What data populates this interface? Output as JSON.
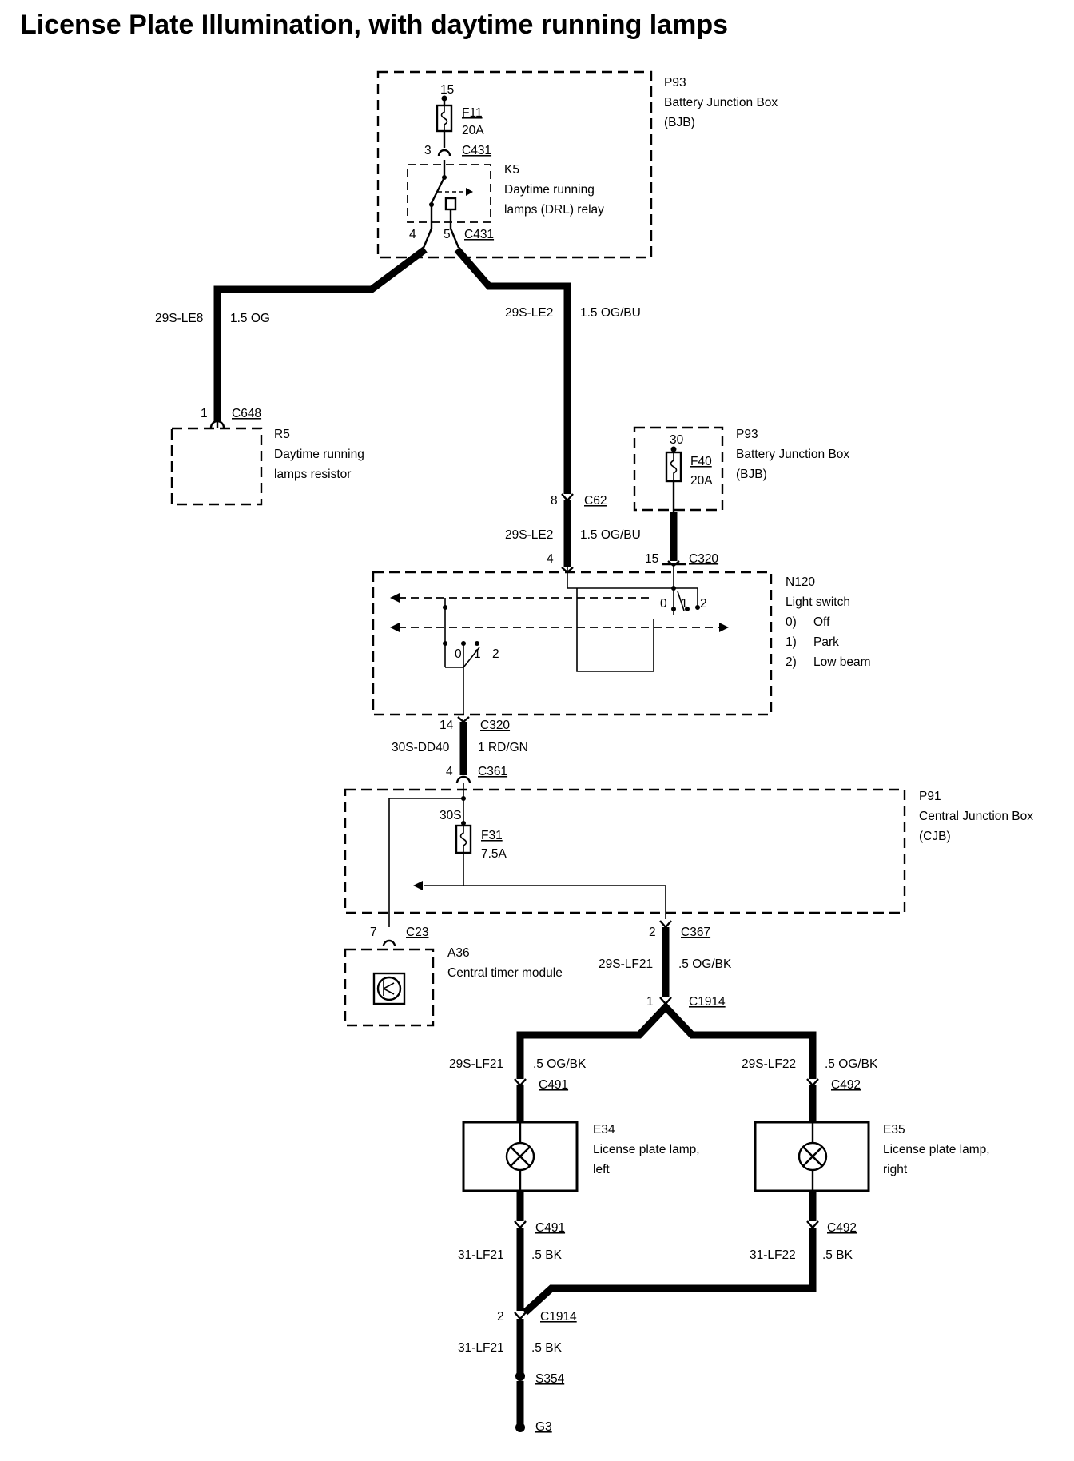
{
  "title": "License Plate Illumination, with daytime running lamps",
  "bjb_top": {
    "id": "P93",
    "name": "Battery Junction Box",
    "abbr": "(BJB)",
    "pin": "15",
    "fuse_id": "F11",
    "fuse_rating": "20A",
    "connector_pin": "3",
    "connector": "C431",
    "relay_id": "K5",
    "relay_line1": "Daytime running",
    "relay_line2": "lamps (DRL) relay",
    "out_pin_left": "4",
    "out_pin_right": "5",
    "out_connector": "C431"
  },
  "wire_le8": {
    "circuit": "29S-LE8",
    "spec": "1.5 OG"
  },
  "wire_le2_upper": {
    "circuit": "29S-LE2",
    "spec": "1.5 OG/BU"
  },
  "resistor": {
    "pin": "1",
    "connector": "C648",
    "id": "R5",
    "line1": "Daytime running",
    "line2": "lamps resistor"
  },
  "bjb_right": {
    "id": "P93",
    "name": "Battery Junction Box",
    "abbr": "(BJB)",
    "pin": "30",
    "fuse_id": "F40",
    "fuse_rating": "20A"
  },
  "c62": {
    "pin": "8",
    "connector": "C62"
  },
  "wire_le2_lower": {
    "circuit": "29S-LE2",
    "spec": "1.5 OG/BU"
  },
  "light_switch": {
    "in_pin_left": "4",
    "in_pin_right": "15",
    "in_connector": "C320",
    "id": "N120",
    "name": "Light switch",
    "positions": [
      {
        "num": "0)",
        "label": "Off"
      },
      {
        "num": "1)",
        "label": "Park"
      },
      {
        "num": "2)",
        "label": "Low beam"
      }
    ],
    "pos_labels": [
      "0",
      "1",
      "2"
    ],
    "out_pin": "14",
    "out_connector": "C320"
  },
  "wire_dd40": {
    "circuit": "30S-DD40",
    "spec": "1 RD/GN"
  },
  "c361": {
    "pin": "4",
    "connector": "C361"
  },
  "cjb": {
    "id": "P91",
    "name": "Central Junction Box",
    "abbr": "(CJB)",
    "bus": "30S",
    "fuse_id": "F31",
    "fuse_rating": "7.5A"
  },
  "timer": {
    "pin": "7",
    "connector": "C23",
    "id": "A36",
    "name": "Central timer module"
  },
  "c367": {
    "pin": "2",
    "connector": "C367"
  },
  "wire_lf21_main": {
    "circuit": "29S-LF21",
    "spec": ".5 OG/BK"
  },
  "c1914_top": {
    "pin": "1",
    "connector": "C1914"
  },
  "lamp_left": {
    "wire_circuit": "29S-LF21",
    "wire_spec": ".5 OG/BK",
    "connector_in": "C491",
    "id": "E34",
    "line1": "License plate lamp,",
    "line2": "left",
    "connector_out": "C491",
    "ground_circuit": "31-LF21",
    "ground_spec": ".5 BK"
  },
  "lamp_right": {
    "wire_circuit": "29S-LF22",
    "wire_spec": ".5 OG/BK",
    "connector_in": "C492",
    "id": "E35",
    "line1": "License plate lamp,",
    "line2": "right",
    "connector_out": "C492",
    "ground_circuit": "31-LF22",
    "ground_spec": ".5 BK"
  },
  "c1914_bottom": {
    "pin": "2",
    "connector": "C1914"
  },
  "ground_wire": {
    "circuit": "31-LF21",
    "spec": ".5 BK"
  },
  "splice": "S354",
  "ground": "G3"
}
